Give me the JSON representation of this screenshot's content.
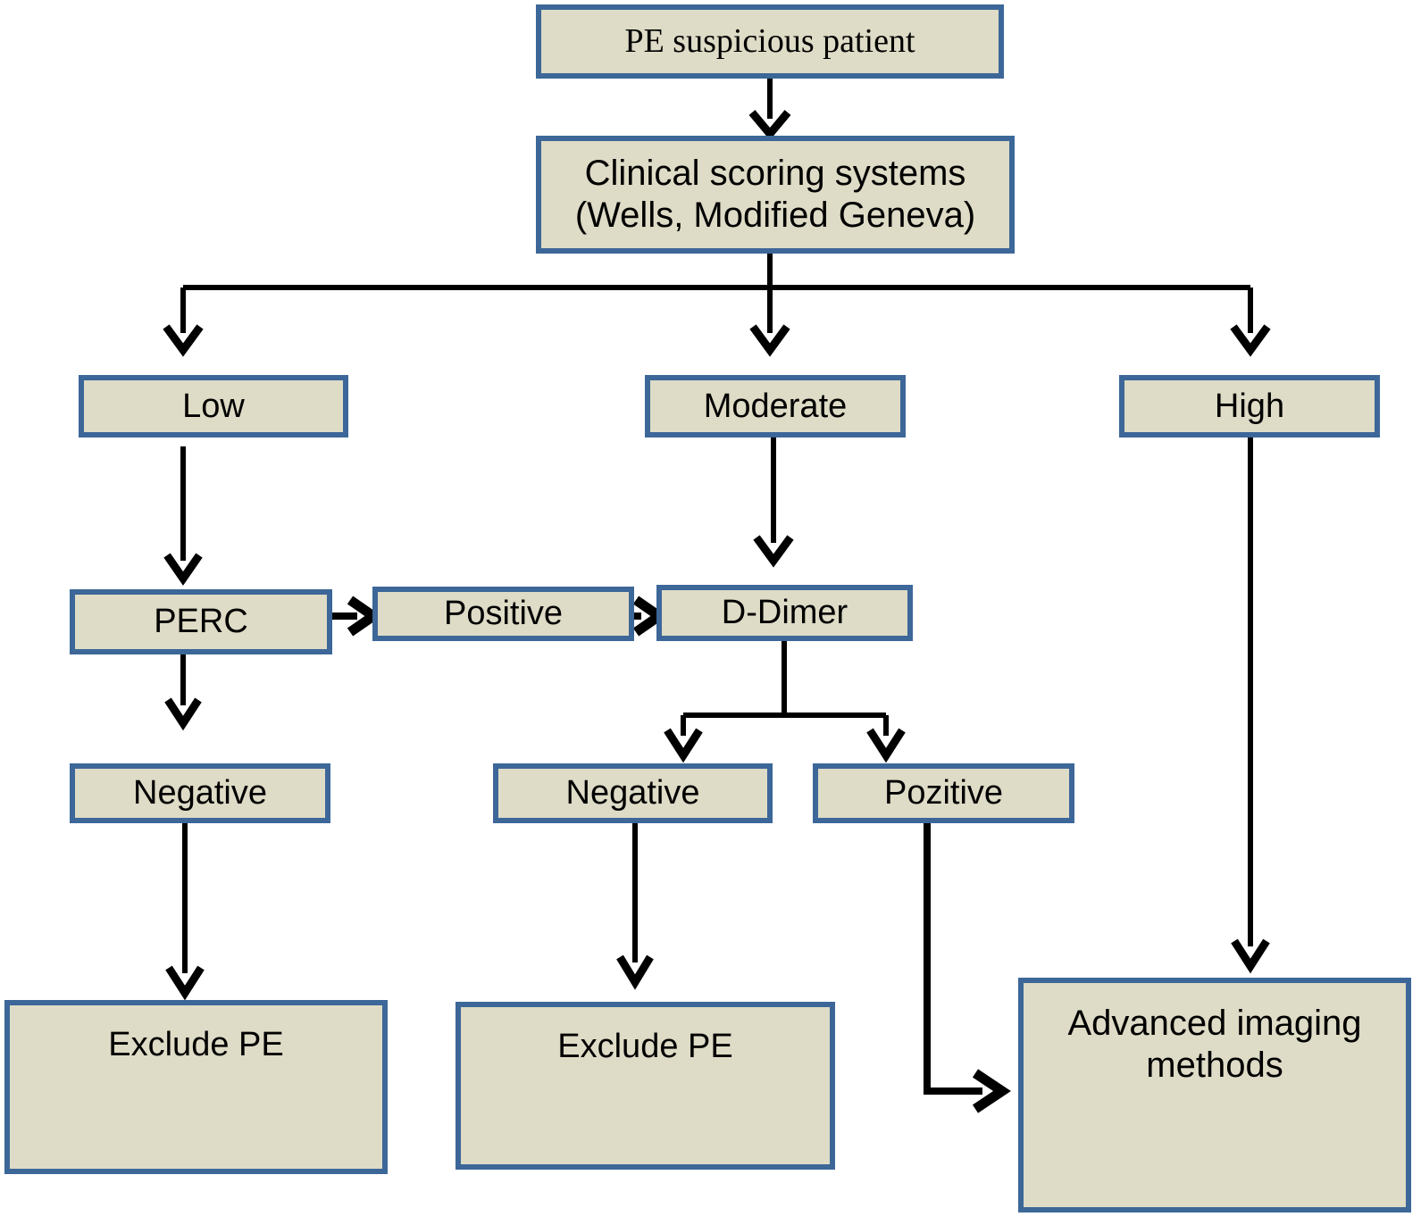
{
  "diagram": {
    "title": "PE suspicious patient diagnostic algorithm",
    "colors": {
      "node_fill": "#DEDBC6",
      "node_border": "#3C6798",
      "edge": "#000000",
      "background": "#FFFFFF",
      "text": "#000000"
    },
    "nodes": [
      {
        "id": "pe_suspicious",
        "label": "PE suspicious patient"
      },
      {
        "id": "clinical_score",
        "label": "Clinical scoring systems\n(Wells, Modified Geneva)"
      },
      {
        "id": "low",
        "label": "Low"
      },
      {
        "id": "moderate",
        "label": "Moderate"
      },
      {
        "id": "high",
        "label": "High"
      },
      {
        "id": "perc",
        "label": "PERC"
      },
      {
        "id": "positive",
        "label": "Positive"
      },
      {
        "id": "ddimer",
        "label": "D-Dimer"
      },
      {
        "id": "neg_perc",
        "label": "Negative"
      },
      {
        "id": "neg_ddimer",
        "label": "Negative"
      },
      {
        "id": "poz_ddimer",
        "label": "Pozitive"
      },
      {
        "id": "exclude_pe_1",
        "label": "Exclude PE"
      },
      {
        "id": "exclude_pe_2",
        "label": "Exclude PE"
      },
      {
        "id": "advanced",
        "label": "Advanced imaging\nmethods"
      }
    ],
    "edges": [
      {
        "from": "pe_suspicious",
        "to": "clinical_score",
        "kind": "vertical-arrow"
      },
      {
        "from": "clinical_score",
        "to": "low",
        "kind": "branch-arrow"
      },
      {
        "from": "clinical_score",
        "to": "moderate",
        "kind": "vertical-arrow"
      },
      {
        "from": "clinical_score",
        "to": "high",
        "kind": "branch-arrow"
      },
      {
        "from": "low",
        "to": "perc",
        "kind": "vertical-arrow"
      },
      {
        "from": "perc",
        "to": "positive",
        "kind": "horizontal-arrow"
      },
      {
        "from": "positive",
        "to": "ddimer",
        "kind": "horizontal-arrow"
      },
      {
        "from": "moderate",
        "to": "ddimer",
        "kind": "vertical-arrow"
      },
      {
        "from": "perc",
        "to": "neg_perc",
        "kind": "vertical-arrow"
      },
      {
        "from": "ddimer",
        "to": "neg_ddimer",
        "kind": "branch-arrow"
      },
      {
        "from": "ddimer",
        "to": "poz_ddimer",
        "kind": "branch-arrow"
      },
      {
        "from": "neg_perc",
        "to": "exclude_pe_1",
        "kind": "vertical-arrow"
      },
      {
        "from": "neg_ddimer",
        "to": "exclude_pe_2",
        "kind": "vertical-arrow"
      },
      {
        "from": "poz_ddimer",
        "to": "advanced",
        "kind": "elbow-arrow"
      },
      {
        "from": "high",
        "to": "advanced",
        "kind": "vertical-arrow"
      }
    ]
  }
}
